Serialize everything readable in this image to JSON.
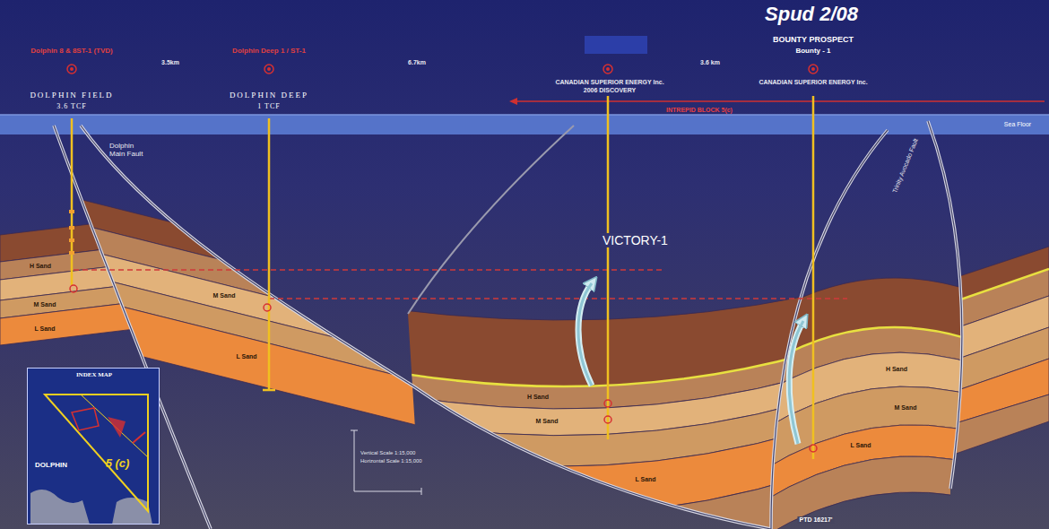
{
  "diagram": {
    "nodes": [
      {
        "text": [
          "INDEX MAP",
          "DOLPHIN",
          "5 (c)"
        ]
      }
    ],
    "labels": [
      "Spud 2/08",
      "Dolphin 8 & 8ST-1 (TVD)",
      "3.5km",
      "Dolphin Deep 1 / ST-1",
      "6.7km",
      "CANADIAN SUPERIOR ENERGY Inc.",
      "2006 DISCOVERY",
      "3.6 km",
      "BOUNTY PROSPECT",
      "Bounty - 1",
      "CANADIAN SUPERIOR ENERGY Inc.",
      "DOLPHIN FIELD",
      "3.6 TCF",
      "DOLPHIN DEEP",
      "1 TCF",
      "INTREPID BLOCK 5(c)",
      "Sea Floor",
      "Dolphin Main Fault",
      "Trinity Avocado Fault",
      "VICTORY-1",
      "PTD 16217'",
      "Vertical Scale 1:15,000",
      "Horizontal Scale 1:15,000",
      "H Sand",
      "M Sand",
      "L Sand",
      "M Sand",
      "L Sand",
      "H Sand",
      "M Sand",
      "L Sand",
      "H Sand",
      "M Sand",
      "L Sand"
    ]
  }
}
